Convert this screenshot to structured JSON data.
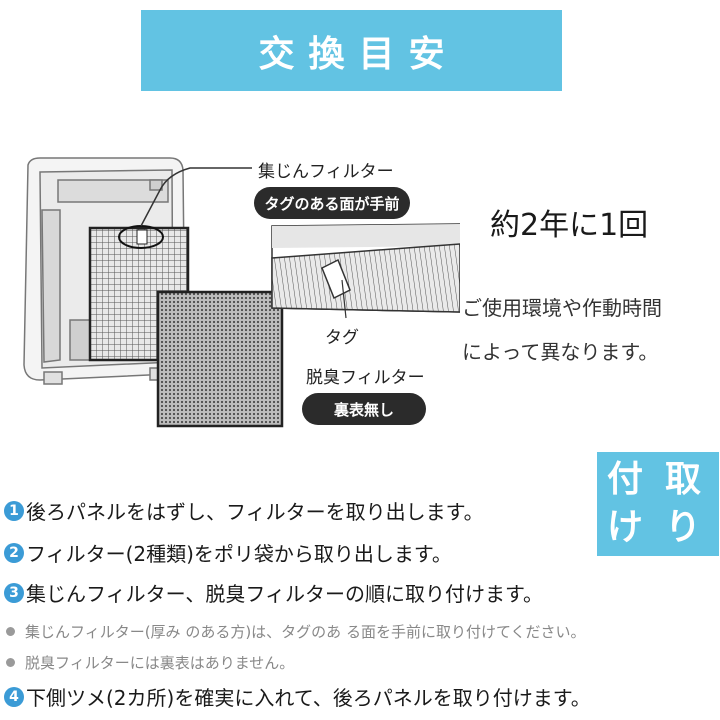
{
  "header": {
    "title": "交換目安"
  },
  "diagram": {
    "dust_filter_label": "集じんフィルター",
    "dust_filter_tag_pill": "タグのある面が手前",
    "tag_label": "タグ",
    "deodor_filter_label": "脱臭フィルター",
    "deodor_filter_pill": "裏表無し"
  },
  "info": {
    "frequency": "約2年に1回",
    "note_line1": "ご使用環境や作動時間",
    "note_line2": "によって異なります。"
  },
  "install_badge": {
    "chars": [
      "付",
      "取",
      "け",
      "り"
    ]
  },
  "steps": [
    {
      "num": "1",
      "text": "後ろパネルをはずし、フィルターを取り出します。"
    },
    {
      "num": "2",
      "text": "フィルター(2種類)をポリ袋から取り出します。"
    },
    {
      "num": "3",
      "text": "集じんフィルター、脱臭フィルターの順に取り付けます。"
    },
    {
      "num": "4",
      "text": "下側ツメ(2カ所)を確実に入れて、後ろパネルを取り付けます。"
    }
  ],
  "sub_notes": [
    "集じんフィルター(厚み のある方)は、タグのあ る面を手前に取り付けてください。",
    "脱臭フィルターには裏表はありません。"
  ],
  "colors": {
    "accent": "#62c3e3",
    "step_circle": "#3b9bd6",
    "pill": "#2b2b2b"
  }
}
